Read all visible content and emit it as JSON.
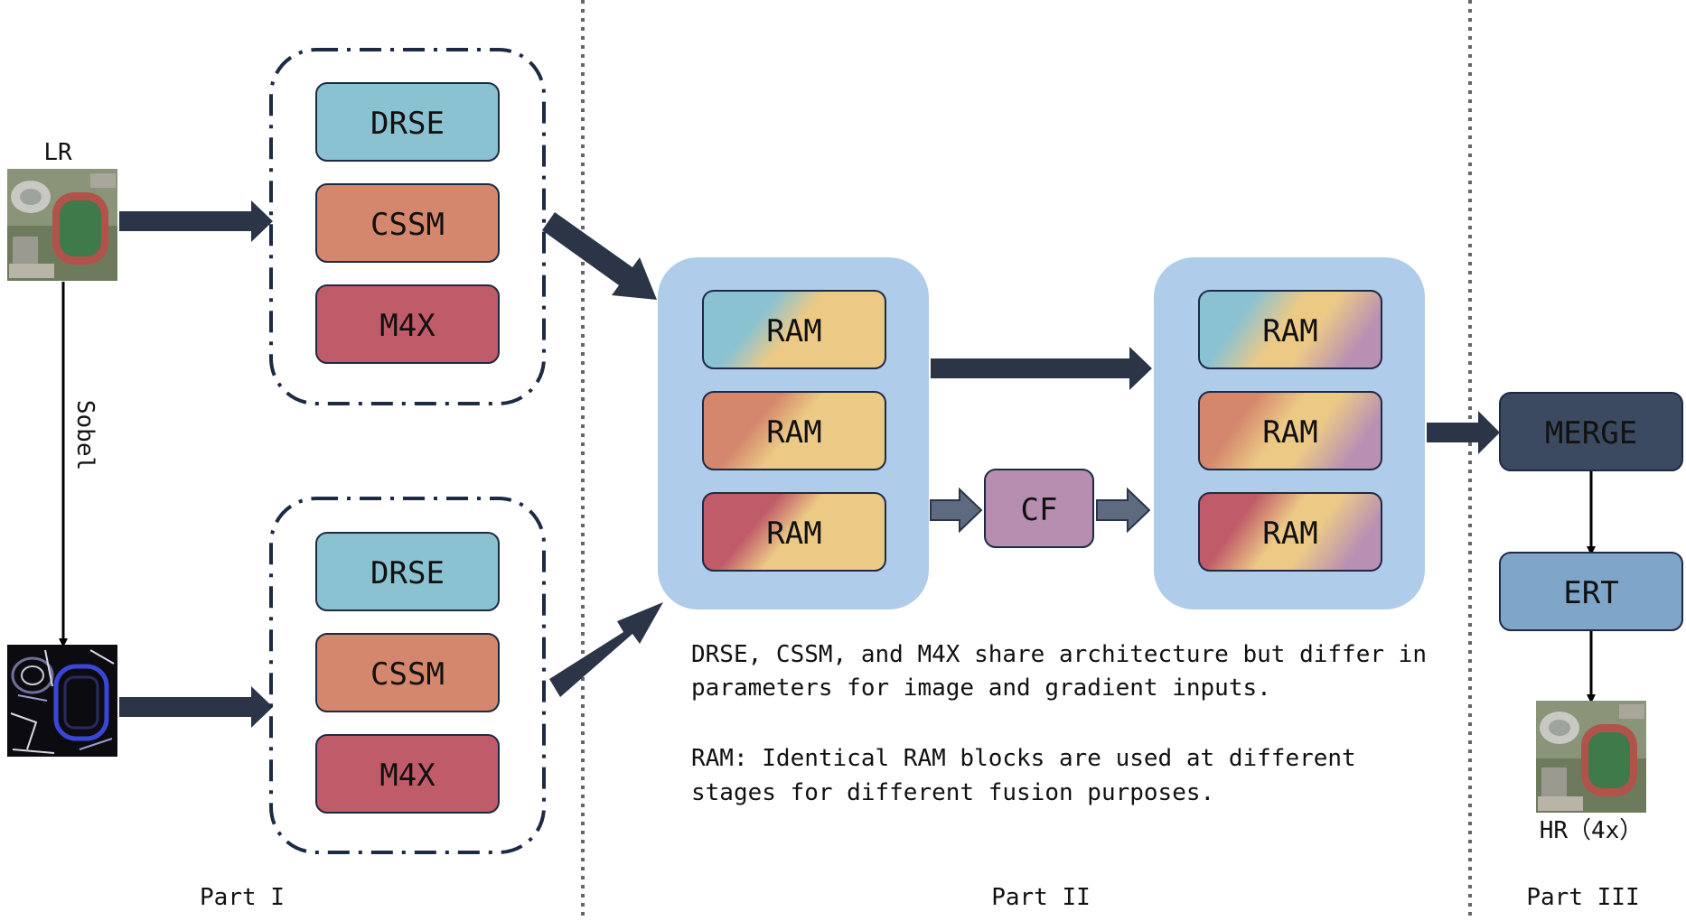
{
  "colors": {
    "drse": "#8bc2d1",
    "cssm": "#d4876c",
    "m4x": "#c05c69",
    "ram_warm": "#ecca86",
    "ram_purple": "#b890b3",
    "container": "#afcdea",
    "cf": "#b78eaf",
    "merge": "#3b4a60",
    "ert": "#7fa5c9",
    "arrow_dark": "#2b3547",
    "arrow_gray": "#5e6a7f",
    "outline": "#1e2a44"
  },
  "inputs": {
    "lr_label": "LR",
    "sobel_label": "Sobel",
    "hr_label": "HR（4x）"
  },
  "image_branch": {
    "drse": "DRSE",
    "cssm": "CSSM",
    "m4x": "M4X"
  },
  "gradient_branch": {
    "drse": "DRSE",
    "cssm": "CSSM",
    "m4x": "M4X"
  },
  "fusion_stage_1": {
    "ram_1": "RAM",
    "ram_2": "RAM",
    "ram_3": "RAM"
  },
  "cf_label": "CF",
  "fusion_stage_2": {
    "ram_1": "RAM",
    "ram_2": "RAM",
    "ram_3": "RAM"
  },
  "merge_label": "MERGE",
  "ert_label": "ERT",
  "notes": {
    "line_1": "DRSE, CSSM, and M4X share architecture but differ in",
    "line_2": "parameters for image and gradient inputs.",
    "line_3": "RAM: Identical RAM blocks are used at different",
    "line_4": "stages for different fusion purposes."
  },
  "parts": {
    "part_1": "Part I",
    "part_2": "Part II",
    "part_3": "Part III"
  }
}
